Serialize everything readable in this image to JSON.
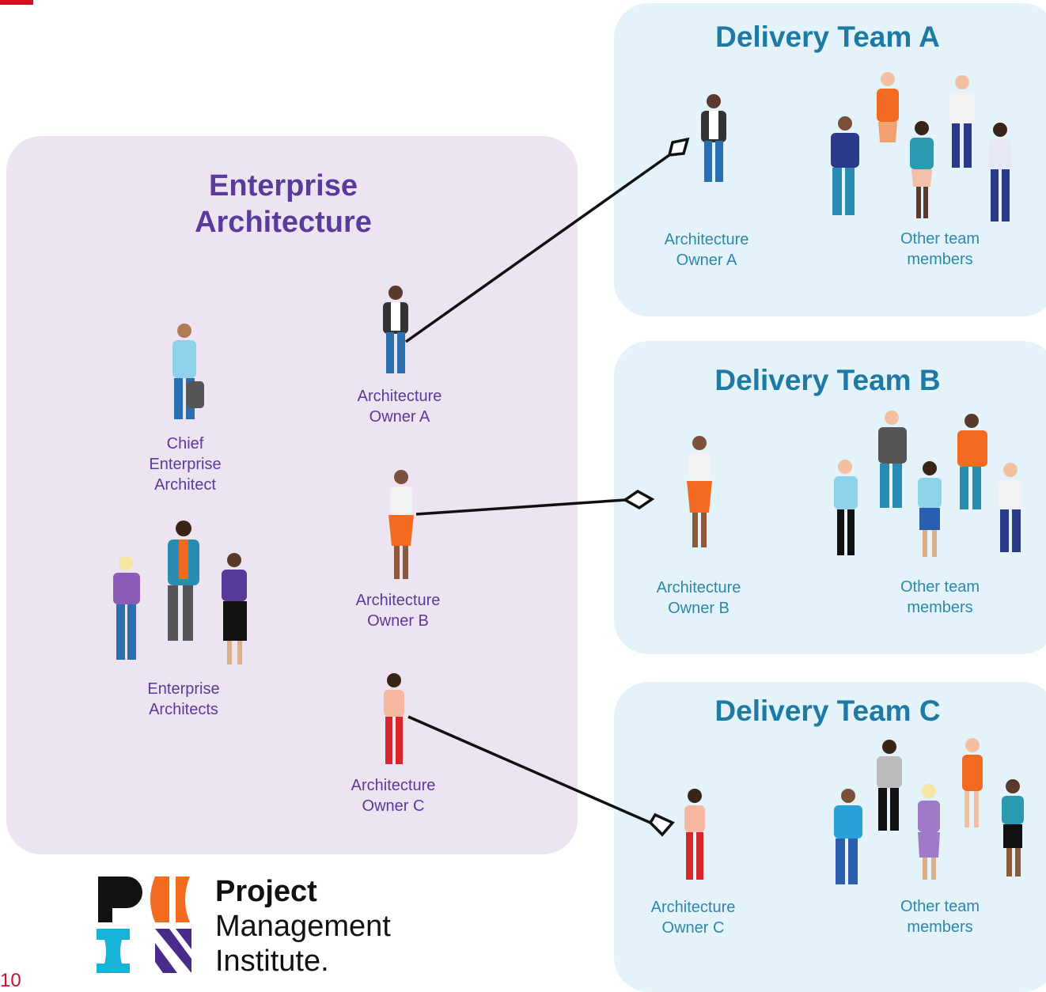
{
  "enterprise": {
    "title_line1": "Enterprise",
    "title_line2": "Architecture",
    "chief": {
      "line1": "Chief",
      "line2": "Enterprise",
      "line3": "Architect"
    },
    "architects": {
      "line1": "Enterprise",
      "line2": "Architects"
    },
    "owner_a": {
      "line1": "Architecture",
      "line2": "Owner A"
    },
    "owner_b": {
      "line1": "Architecture",
      "line2": "Owner B"
    },
    "owner_c": {
      "line1": "Architecture",
      "line2": "Owner C"
    }
  },
  "teams": [
    {
      "title": "Delivery Team A",
      "owner_line1": "Architecture",
      "owner_line2": "Owner A",
      "members_line1": "Other team",
      "members_line2": "members"
    },
    {
      "title": "Delivery Team B",
      "owner_line1": "Architecture",
      "owner_line2": "Owner B",
      "members_line1": "Other team",
      "members_line2": "members"
    },
    {
      "title": "Delivery Team C",
      "owner_line1": "Architecture",
      "owner_line2": "Owner C",
      "members_line1": "Other team",
      "members_line2": "members"
    }
  ],
  "logo": {
    "line1": "Project",
    "line2": "Management",
    "line3": "Institute."
  },
  "page_number": "10",
  "colors": {
    "enterprise_panel": "#ede4f2",
    "team_panel": "#e3f3f9",
    "enterprise_text": "#5a3a9a",
    "team_title": "#1e7aa3",
    "team_text": "#2e87ab",
    "pmi_teal": "#18b4d8",
    "pmi_orange": "#f26b21",
    "pmi_purple": "#4a2a8a"
  }
}
